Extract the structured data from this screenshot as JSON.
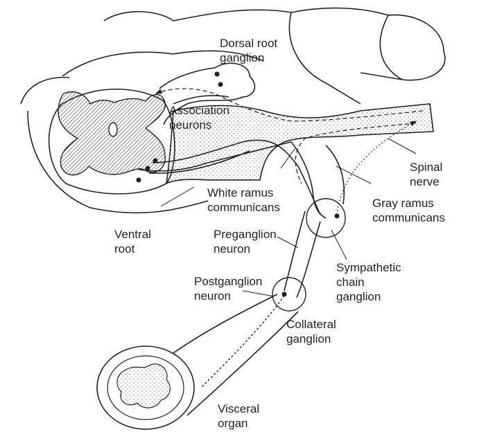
{
  "diagram": {
    "labels": {
      "dorsal_root_ganglion": "Dorsal root\nganglion",
      "association_neurons": "Association\nneurons",
      "spinal_nerve": "Spinal\nnerve",
      "white_ramus_communicans": "White ramus\ncommunicans",
      "gray_ramus_communicans": "Gray ramus\ncommunicans",
      "ventral_root": "Ventral\nroot",
      "preganglion_neuron": "Preganglion\nneuron",
      "sympathetic_chain_ganglion": "Sympathetic\nchain\nganglion",
      "postganglion_neuron": "Postganglion\nneuron",
      "collateral_ganglion": "Collateral\nganglion",
      "visceral_organ": "Visceral\norgan"
    },
    "colors": {
      "line": "#231f20",
      "background": "#ffffff"
    }
  }
}
